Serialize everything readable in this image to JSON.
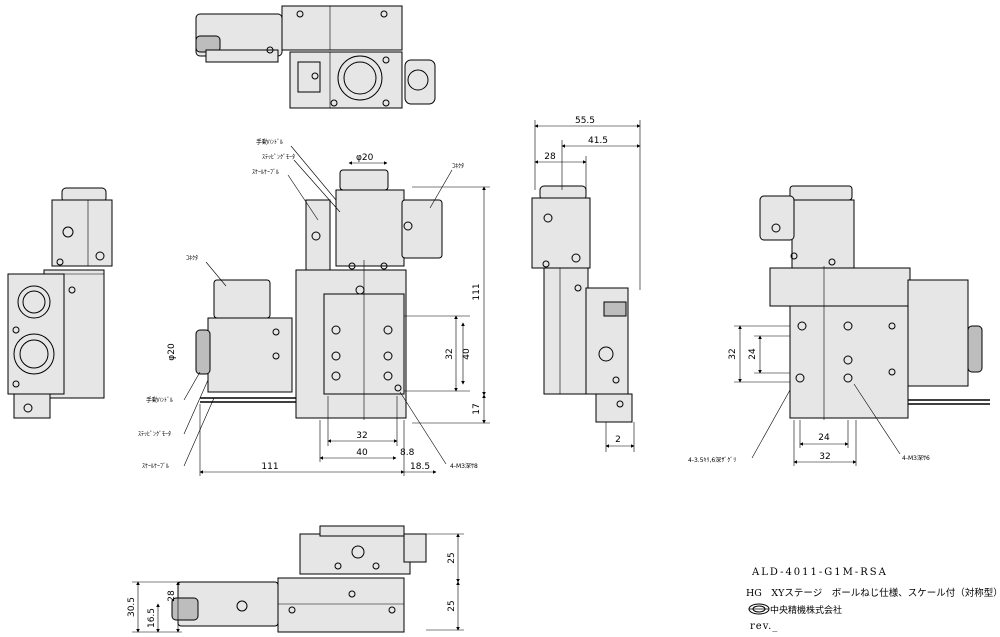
{
  "dimensions": {
    "front": {
      "phi20_top": "φ20",
      "phi20_side": "φ20",
      "d111_height": "111",
      "d40_v": "40",
      "d32_v": "32",
      "d17": "17",
      "d32_h": "32",
      "d40_h": "40",
      "d8_8": "8.8",
      "d111_width": "111",
      "d18_5": "18.5",
      "m3_note": "4-M3深ｻ8"
    },
    "side": {
      "d55_5": "55.5",
      "d41_5": "41.5",
      "d28": "28",
      "d2": "2"
    },
    "rear": {
      "d32_v": "32",
      "d24_v": "24",
      "d24_h": "24",
      "d32_h": "32",
      "cb_note": "4-3.5ｷﾘ,6深ｻﾞｸﾞﾘ",
      "m3_note": "4-M3深ｻ6"
    },
    "bottom": {
      "d25_top": "25",
      "d25_bot": "25",
      "d30_5": "30.5",
      "d16_5": "16.5",
      "d28": "28"
    }
  },
  "labels": {
    "handle": "手動ﾊﾝﾄﾞﾙ",
    "motor": "ｽﾃｯﾋﾟﾝｸﾞﾓｰﾀ",
    "scale_cable": "ｽｹｰﾙｹｰﾌﾞﾙ",
    "connector_top": "ｺﾈｸﾀ",
    "connector_left": "ｺﾈｸﾀ",
    "handle_left": "手動ﾊﾝﾄﾞﾙ",
    "motor_left": "ｽﾃｯﾋﾟﾝｸﾞﾓｰﾀ",
    "scale_cable_left": "ｽｹｰﾙｹｰﾌﾞﾙ"
  },
  "title_block": {
    "model": "ALD-4011-G1M-RSA",
    "product": "HG　XYステージ　ボールねじ仕様、スケール付（対称型）",
    "company": "中央精機株式会社",
    "rev": "rev._"
  }
}
